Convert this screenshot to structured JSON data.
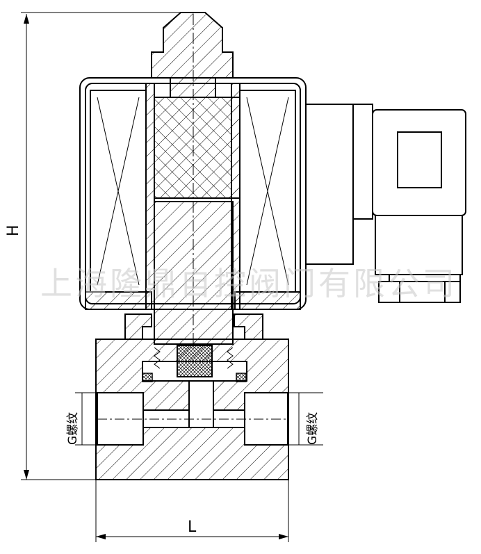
{
  "dimensions": {
    "height_label": "H",
    "length_label": "L"
  },
  "thread_labels": {
    "left": "G螺纹",
    "right": "G螺纹"
  },
  "watermark": "上海隆鼎自控阀门有限公司"
}
